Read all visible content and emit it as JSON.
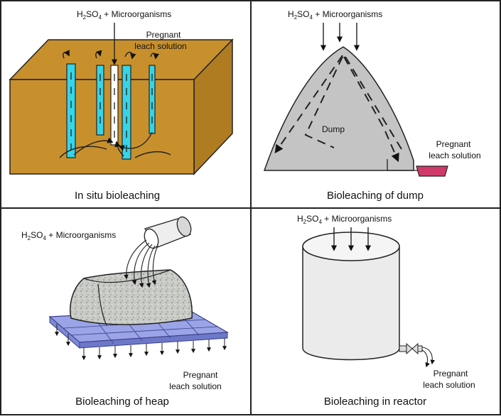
{
  "panels": {
    "in_situ": {
      "reagent_prefix": "H",
      "reagent_sub1": "2",
      "reagent_mid": "SO",
      "reagent_sub2": "4",
      "reagent_rest": " + Microorganisms",
      "pregnant_line1": "Pregnant",
      "pregnant_line2": "leach solution",
      "caption": "In situ bioleaching"
    },
    "dump": {
      "reagent_prefix": "H",
      "reagent_sub1": "2",
      "reagent_mid": "SO",
      "reagent_sub2": "4",
      "reagent_rest": " + Microorganisms",
      "dump_label": "Dump",
      "pregnant_line1": "Pregnant",
      "pregnant_line2": "leach solution",
      "caption": "Bioleaching of dump"
    },
    "heap": {
      "reagent_prefix": "H",
      "reagent_sub1": "2",
      "reagent_mid": "SO",
      "reagent_sub2": "4",
      "reagent_rest": " + Microorganisms",
      "pregnant_line1": "Pregnant",
      "pregnant_line2": "leach solution",
      "caption": "Bioleaching of heap"
    },
    "reactor": {
      "reagent_prefix": "H",
      "reagent_sub1": "2",
      "reagent_mid": "SO",
      "reagent_sub2": "4",
      "reagent_rest": " + Microorganisms",
      "pregnant_line1": "Pregnant",
      "pregnant_line2": "leach solution",
      "caption": "Bioleaching in reactor"
    }
  },
  "colors": {
    "ground": "#c8902c",
    "well": "#36d4e8",
    "dump_fill": "#c4c4c4",
    "tray": "#d03a6a",
    "heap_fill": "#c9cbc7",
    "base_plate": "#9aa4e6",
    "reactor_fill": "#ebebeb"
  }
}
